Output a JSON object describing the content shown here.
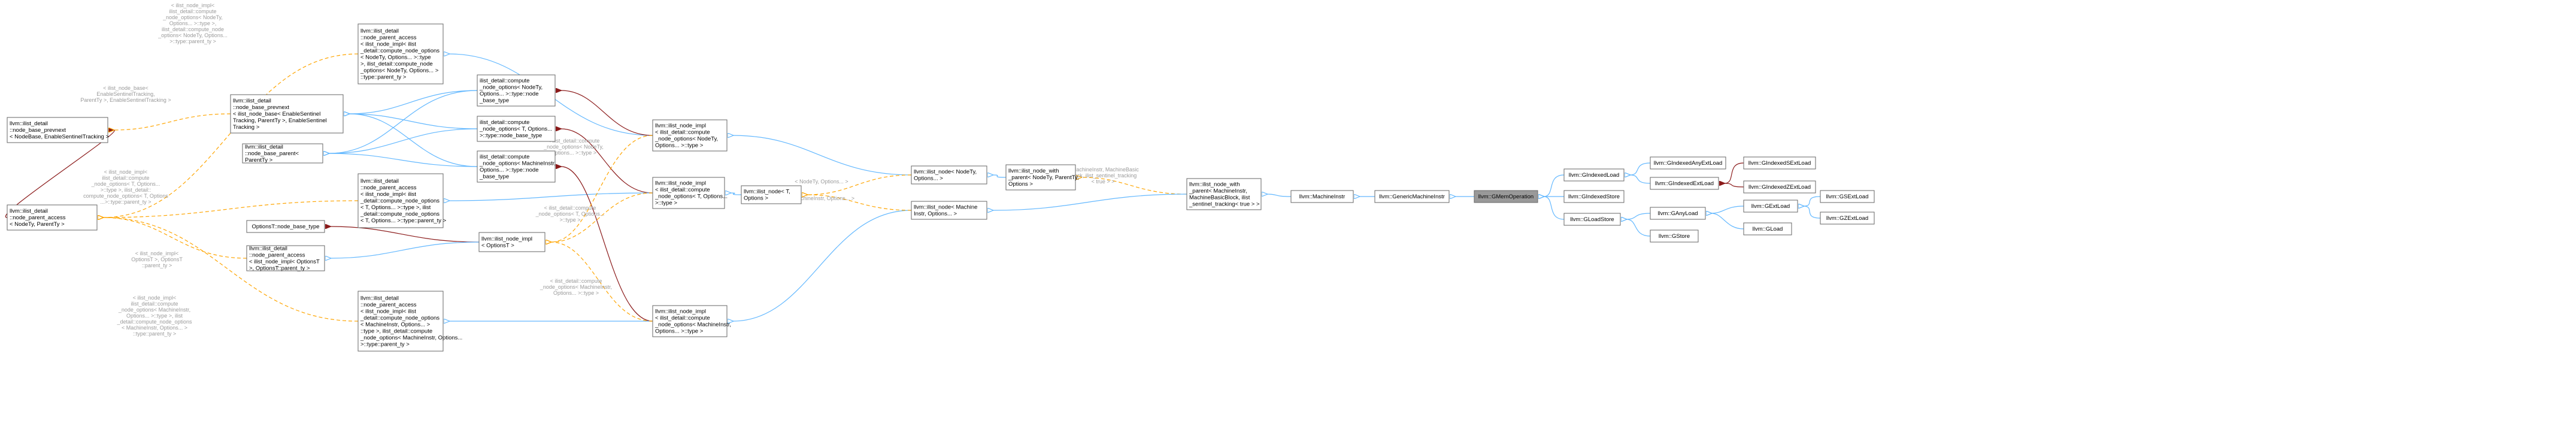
{
  "nodes": [
    {
      "id": "prevnext",
      "lines": [
        "llvm::ilist_detail",
        "::node_base_prevnext",
        "< NodeBase, EnableSentinelTracking >"
      ]
    },
    {
      "id": "npa_nodety",
      "lines": [
        "llvm::ilist_detail",
        "::node_parent_access",
        "< NodeTy, ParentTy >"
      ]
    },
    {
      "id": "nbp_track",
      "lines": [
        "llvm::ilist_detail",
        "::node_base_prevnext",
        "< ilist_node_base< EnableSentinel",
        "Tracking, ParentTy >, EnableSentinel",
        "Tracking >"
      ]
    },
    {
      "id": "nbparent",
      "lines": [
        "llvm::ilist_detail",
        "::node_base_parent<",
        "ParentTy >"
      ]
    },
    {
      "id": "npa_impl_top",
      "lines": [
        "llvm::ilist_detail",
        "::node_parent_access",
        "< ilist_node_impl< ilist",
        "_detail::compute_node_options",
        "< NodeTy, Options... >::type",
        ">, ilist_detail::compute_node",
        "_options< NodeTy, Options... >",
        "::type::parent_ty >"
      ]
    },
    {
      "id": "cno_nodety",
      "lines": [
        "ilist_detail::compute",
        "_node_options< NodeTy,",
        "Options... >::type::node",
        "_base_type"
      ]
    },
    {
      "id": "cno_T",
      "lines": [
        "ilist_detail::compute",
        "_node_options< T, Options...",
        ">::type::node_base_type"
      ]
    },
    {
      "id": "cno_mi",
      "lines": [
        "ilist_detail::compute",
        "_node_options< MachineInstr,",
        "Options... >::type::node",
        "_base_type"
      ]
    },
    {
      "id": "npa_impl_mid",
      "lines": [
        "llvm::ilist_detail",
        "::node_parent_access",
        "< ilist_node_impl< ilist",
        "_detail::compute_node_options",
        "< T, Options... >::type >, ilist",
        "_detail::compute_node_options",
        "< T, Options... >::type::parent_ty >"
      ]
    },
    {
      "id": "optT_nbt",
      "lines": [
        "OptionsT::node_base_type"
      ]
    },
    {
      "id": "npa_optT",
      "lines": [
        "llvm::ilist_detail",
        "::node_parent_access",
        "< ilist_node_impl< OptionsT",
        ">, OptionsT::parent_ty >"
      ]
    },
    {
      "id": "npa_impl_bot",
      "lines": [
        "llvm::ilist_detail",
        "::node_parent_access",
        "< ilist_node_impl< ilist",
        "_detail::compute_node_options",
        "< MachineInstr, Options... >",
        "::type >, ilist_detail::compute",
        "_node_options< MachineInstr, Options...",
        ">::type::parent_ty >"
      ]
    },
    {
      "id": "impl_optT",
      "lines": [
        "llvm::ilist_node_impl",
        "< OptionsT >"
      ]
    },
    {
      "id": "impl_nodety",
      "lines": [
        "llvm::ilist_node_impl",
        "< ilist_detail::compute",
        "_node_options< NodeTy,",
        "Options... >::type >"
      ]
    },
    {
      "id": "impl_T",
      "lines": [
        "llvm::ilist_node_impl",
        "< ilist_detail::compute",
        "_node_options< T, Options...",
        ">::type >"
      ]
    },
    {
      "id": "impl_mi",
      "lines": [
        "llvm::ilist_node_impl",
        "< ilist_detail::compute",
        "_node_options< MachineInstr,",
        "Options... >::type >"
      ]
    },
    {
      "id": "node_T",
      "lines": [
        "llvm::ilist_node< T,",
        "Options >"
      ]
    },
    {
      "id": "node_nodety",
      "lines": [
        "llvm::ilist_node< NodeTy,",
        "Options... >"
      ]
    },
    {
      "id": "node_mi",
      "lines": [
        "llvm::ilist_node< Machine",
        "Instr, Options... >"
      ]
    },
    {
      "id": "nwp_nodety",
      "lines": [
        "llvm::ilist_node_with",
        "_parent< NodeTy, ParentTy,",
        "Options >"
      ]
    },
    {
      "id": "nwp_mi",
      "lines": [
        "llvm::ilist_node_with",
        "_parent< MachineInstr,",
        "MachineBasicBlock, ilist",
        "_sentinel_tracking< true > >"
      ]
    },
    {
      "id": "machineinstr",
      "lines": [
        "llvm::MachineInstr"
      ]
    },
    {
      "id": "genericmi",
      "lines": [
        "llvm::GenericMachineInstr"
      ]
    },
    {
      "id": "gmemop",
      "lines": [
        "llvm::GMemOperation"
      ],
      "focus": true
    },
    {
      "id": "gindexedload",
      "lines": [
        "llvm::GIndexedLoad"
      ]
    },
    {
      "id": "gindexedstore",
      "lines": [
        "llvm::GIndexedStore"
      ]
    },
    {
      "id": "gloadstore",
      "lines": [
        "llvm::GLoadStore"
      ]
    },
    {
      "id": "gindexedanyextload",
      "lines": [
        "llvm::GIndexedAnyExtLoad"
      ]
    },
    {
      "id": "gindexedextload",
      "lines": [
        "llvm::GIndexedExtLoad"
      ]
    },
    {
      "id": "ganyload",
      "lines": [
        "llvm::GAnyLoad"
      ]
    },
    {
      "id": "gstore",
      "lines": [
        "llvm::GStore"
      ]
    },
    {
      "id": "gindexedsextload",
      "lines": [
        "llvm::GIndexedSExtLoad"
      ]
    },
    {
      "id": "gindexedzextload",
      "lines": [
        "llvm::GIndexedZExtLoad"
      ]
    },
    {
      "id": "gextload",
      "lines": [
        "llvm::GExtLoad"
      ]
    },
    {
      "id": "gload",
      "lines": [
        "llvm::GLoad"
      ]
    },
    {
      "id": "gsextload",
      "lines": [
        "llvm::GSExtLoad"
      ]
    },
    {
      "id": "gzextload",
      "lines": [
        "llvm::GZExtLoad"
      ]
    }
  ],
  "edge_labels": [
    {
      "id": "lbl_npa_top",
      "lines": [
        "< ilist_node_impl<",
        "ilist_detail::compute",
        "_node_options< NodeTy,",
        "Options... >::type >,",
        "ilist_detail::compute_node",
        "_options< NodeTy, Options...",
        ">::type::parent_ty >"
      ]
    },
    {
      "id": "lbl_nbp",
      "lines": [
        "< ilist_node_base<",
        "EnableSentinelTracking,",
        "ParentTy >, EnableSentinelTracking >"
      ]
    },
    {
      "id": "lbl_npa_mid",
      "lines": [
        "< ilist_node_impl<",
        "ilist_detail::compute",
        "_node_options< T, Options...",
        ">::type >, ilist_detail::",
        "compute_node_options< T, Options",
        "...>::type::parent_ty >"
      ]
    },
    {
      "id": "lbl_npa_optT",
      "lines": [
        "< ilist_node_impl<",
        "OptionsT >, OptionsT",
        "::parent_ty >"
      ]
    },
    {
      "id": "lbl_npa_bot",
      "lines": [
        "< ilist_node_impl<",
        "ilist_detail::compute",
        "_node_options< MachineInstr,",
        "Options... >::type >, ilist",
        "_detail::compute_node_options",
        "< MachineInstr, Options... >",
        "::type::parent_ty >"
      ]
    },
    {
      "id": "lbl_cno_nodety",
      "lines": [
        "< ilist_detail::compute",
        "_node_options< NodeTy,",
        "Options... >::type >"
      ]
    },
    {
      "id": "lbl_cno_T",
      "lines": [
        "< ilist_detail::compute",
        "_node_options< T, Options...",
        ">::type >"
      ]
    },
    {
      "id": "lbl_cno_mi",
      "lines": [
        "< ilist_detail::compute",
        "_node_options< MachineInstr,",
        "Options... >::type >"
      ]
    },
    {
      "id": "lbl_nodety_opts",
      "lines": [
        "< NodeTy, Options... >"
      ]
    },
    {
      "id": "lbl_mi_opts",
      "lines": [
        "< MachineInstr, Options... >"
      ]
    },
    {
      "id": "lbl_nwp",
      "lines": [
        "< MachineInstr, MachineBasic",
        "Block, ilist_sentinel_tracking",
        "< true > >"
      ]
    }
  ],
  "colors": {
    "inheritance": "#63b8ff",
    "template": "#ffa500",
    "member": "#8b1a1a",
    "focus_fill": "#999999",
    "node_border": "#666666",
    "label_text": "#9a9a9a"
  }
}
